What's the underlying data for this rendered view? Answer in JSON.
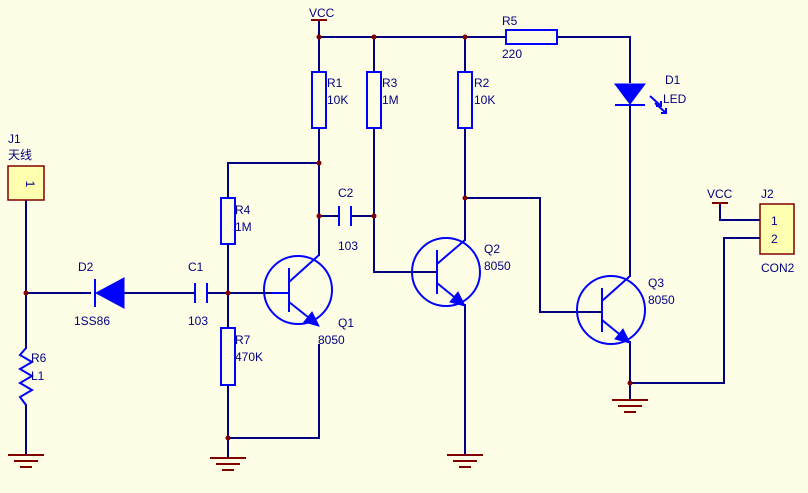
{
  "vcc": {
    "top": "VCC",
    "j2": "VCC"
  },
  "j1": {
    "ref": "J1",
    "name": "天线",
    "pin": "1"
  },
  "j2": {
    "ref": "J2",
    "pin1": "1",
    "pin2": "2",
    "name": "CON2"
  },
  "r1": {
    "ref": "R1",
    "value": "10K"
  },
  "r2": {
    "ref": "R2",
    "value": "10K"
  },
  "r3": {
    "ref": "R3",
    "value": "1M"
  },
  "r4": {
    "ref": "R4",
    "value": "1M"
  },
  "r5": {
    "ref": "R5",
    "value": "220"
  },
  "r6": {
    "ref": "R6",
    "value": "L1"
  },
  "r7": {
    "ref": "R7",
    "value": "470K"
  },
  "c1": {
    "ref": "C1",
    "value": "103"
  },
  "c2": {
    "ref": "C2",
    "value": "103"
  },
  "d1": {
    "ref": "D1",
    "value": "LED"
  },
  "d2": {
    "ref": "D2",
    "value": "1SS86"
  },
  "q1": {
    "ref": "Q1",
    "value": "8050"
  },
  "q2": {
    "ref": "Q2",
    "value": "8050"
  },
  "q3": {
    "ref": "Q3",
    "value": "8050"
  }
}
